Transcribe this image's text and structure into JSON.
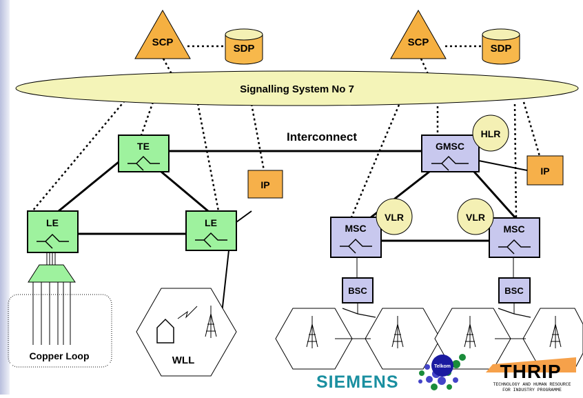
{
  "network": {
    "ss7_label": "Signalling System No 7",
    "interconnect_label": "Interconnect",
    "scp_left": "SCP",
    "sdp_left": "SDP",
    "scp_right": "SCP",
    "sdp_right": "SDP",
    "te": "TE",
    "le_left": "LE",
    "le_right": "LE",
    "ip_left": "IP",
    "ip_right": "IP",
    "gmsc": "GMSC",
    "hlr": "HLR",
    "msc_left": "MSC",
    "msc_right": "MSC",
    "vlr_left": "VLR",
    "vlr_right": "VLR",
    "bsc_left": "BSC",
    "bsc_right": "BSC",
    "copper_loop": "Copper Loop",
    "wll": "WLL"
  },
  "logos": {
    "siemens": "SIEMENS",
    "telkom": "Telkom",
    "thrip": "THRIP",
    "thrip_subtitle_1": "TECHNOLOGY AND HUMAN RESOURCE",
    "thrip_subtitle_2": "FOR INDUSTRY PROGRAMME"
  },
  "colors": {
    "scp_fill": "#f5b041",
    "sdp_fill": "#f7b84b",
    "ss7_fill": "#f4f4b8",
    "switch_green": "#9ef29e",
    "switch_purple": "#c8c8ee",
    "ip_fill": "#f6b04a",
    "db_ellipse": "#f4f0b4",
    "sidebar": "#c7cce6",
    "siemens_teal": "#1a8fa0"
  }
}
